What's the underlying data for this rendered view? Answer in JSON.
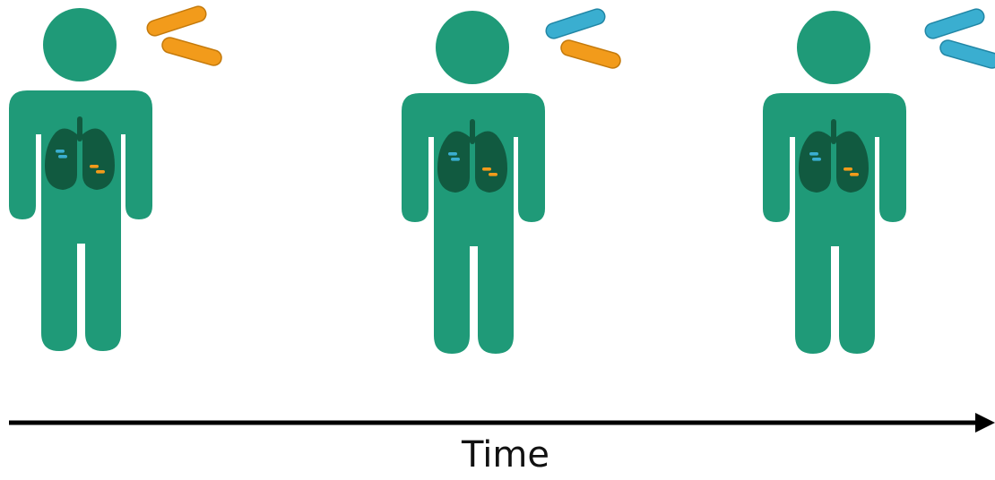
{
  "axis": {
    "label": "Time"
  },
  "colors": {
    "person": "#1f9a78",
    "lungs": "#115a40",
    "bacteria_orange": "#f29b1b",
    "bacteria_orange_outline": "#c47a0c",
    "bacteria_blue": "#3aaed0",
    "bacteria_blue_outline": "#2186a5",
    "arrow": "#000000"
  },
  "timepoints": [
    {
      "name": "timepoint-1",
      "incoming_bacteria": [
        "orange",
        "orange"
      ]
    },
    {
      "name": "timepoint-2",
      "incoming_bacteria": [
        "blue",
        "orange"
      ]
    },
    {
      "name": "timepoint-3",
      "incoming_bacteria": [
        "blue",
        "blue"
      ]
    }
  ]
}
